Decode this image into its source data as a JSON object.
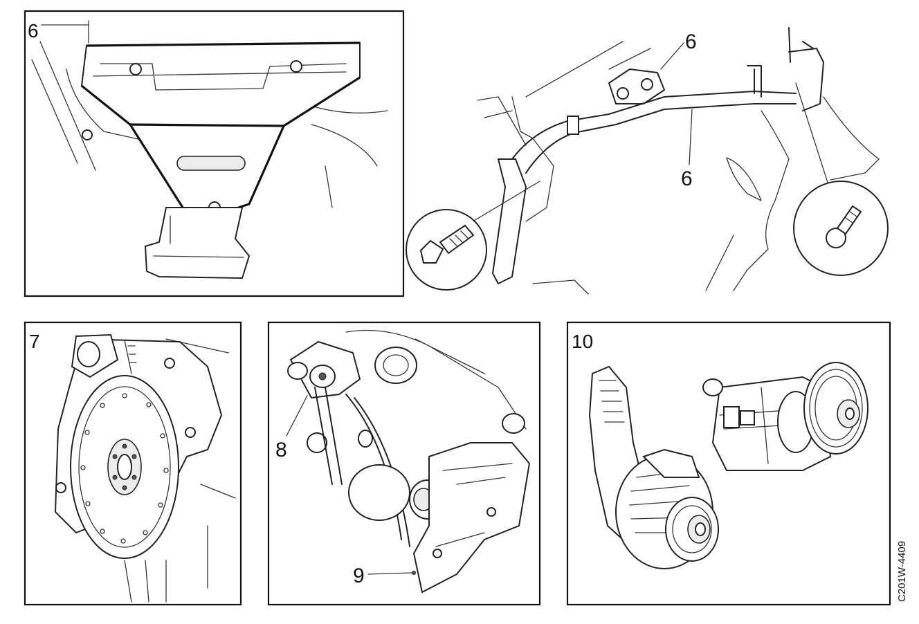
{
  "panels": [
    {
      "id": "p6a",
      "label": "6"
    },
    {
      "id": "p6b",
      "callouts": [
        "6",
        "6"
      ]
    },
    {
      "id": "p7",
      "label": "7"
    },
    {
      "id": "p8",
      "callouts": [
        "8",
        "9"
      ]
    },
    {
      "id": "p10",
      "label": "10"
    }
  ],
  "reference_code": "C201W-4409"
}
